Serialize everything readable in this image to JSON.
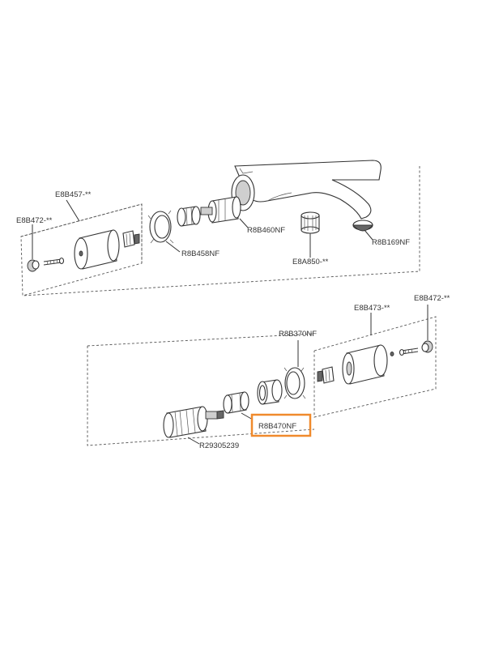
{
  "labels": {
    "e8b457": "E8B457-**",
    "e8b472_left": "E8B472-**",
    "r8b458nf": "R8B458NF",
    "r8b460nf": "R8B460NF",
    "e8a850": "E8A850-**",
    "r8b169nf": "R8B169NF",
    "e8b473": "E8B473-**",
    "e8b472_right": "E8B472-**",
    "r8b370nf": "R8B370NF",
    "r8b470nf": "R8B470NF",
    "r29305239": "R29305239"
  },
  "colors": {
    "highlight": "#F08A2C",
    "line": "#333333"
  }
}
